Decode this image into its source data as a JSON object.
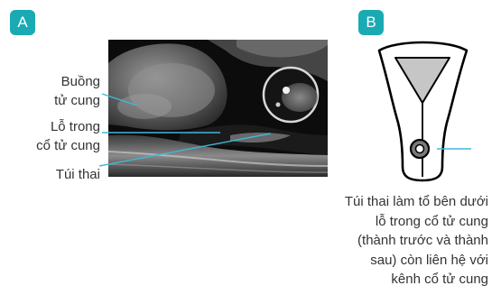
{
  "panel_a": {
    "badge": "A",
    "labels": {
      "uterine_cavity": [
        "Buồng",
        "tử cung"
      ],
      "internal_os": [
        "Lỗ trong",
        "cổ tử cung"
      ],
      "gestational_sac": "Túi thai"
    }
  },
  "panel_b": {
    "badge": "B",
    "caption": [
      "Túi thai làm tổ bên dưới",
      "lỗ trong cổ tử cung",
      "(thành trước và thành",
      "sau) còn liên hệ với",
      "kênh cổ tử cung"
    ]
  },
  "colors": {
    "accent": "#1aaab3",
    "leader_line": "#3fb8d9",
    "diagram_fill_gray": "#c6c6c6",
    "text": "#333333"
  }
}
